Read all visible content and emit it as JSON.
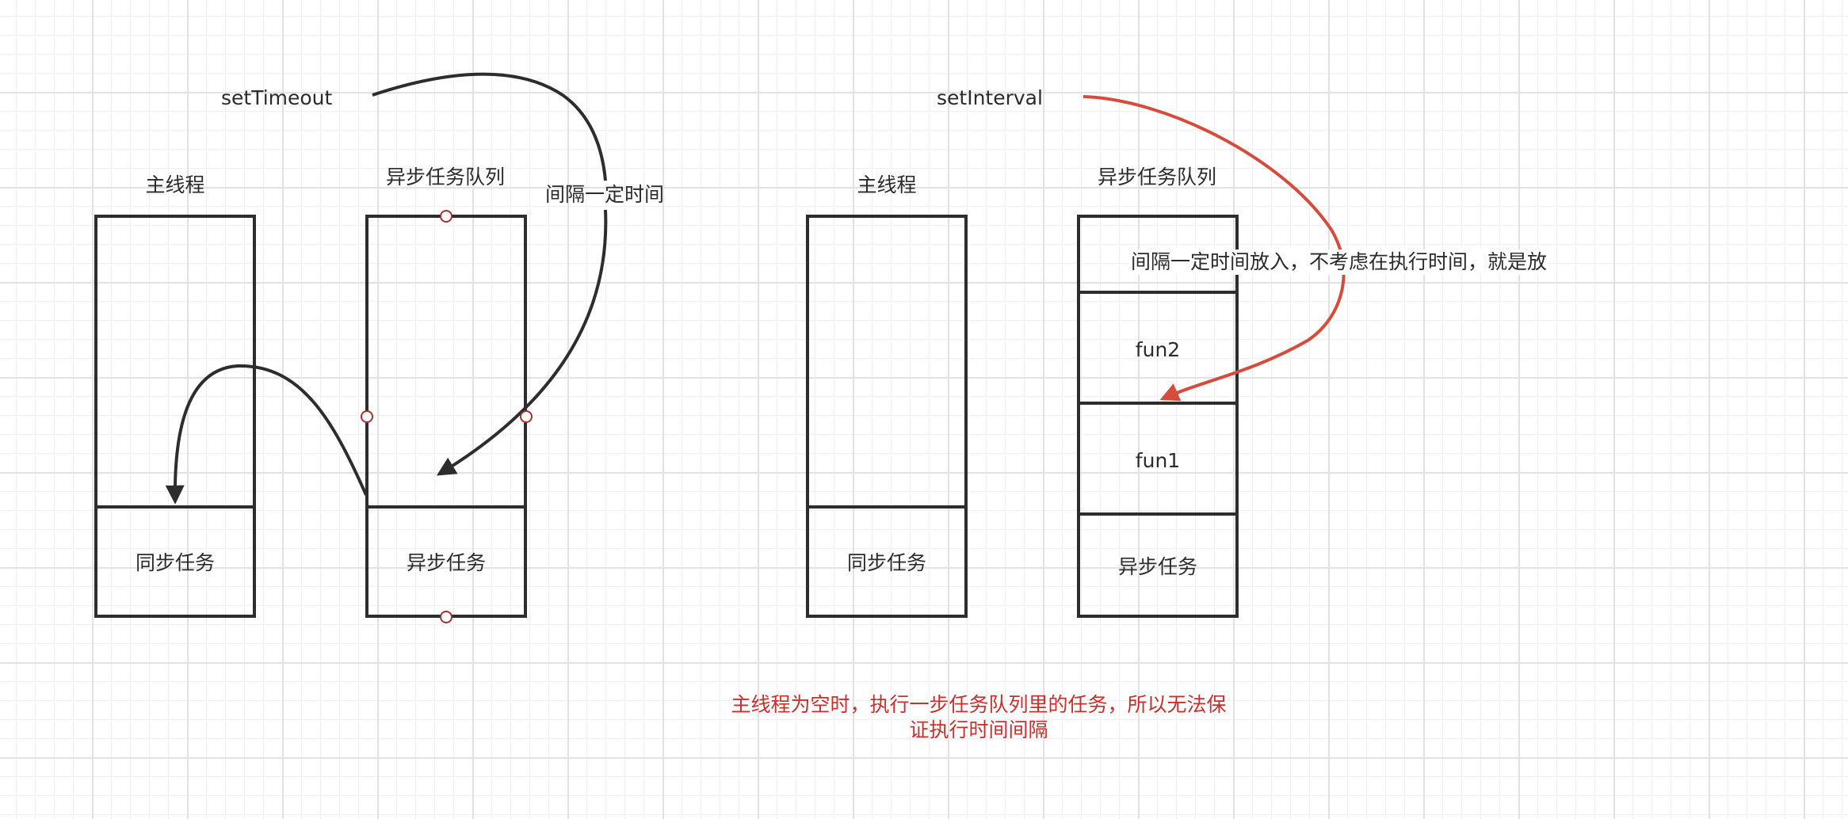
{
  "left": {
    "label": "setTimeout",
    "main_thread": {
      "title": "主线程",
      "cell": "同步任务"
    },
    "queue": {
      "title": "异步任务队列",
      "cell": "异步任务"
    },
    "arrow_label": "间隔一定时间"
  },
  "right": {
    "label": "setInterval",
    "main_thread": {
      "title": "主线程",
      "cell": "同步任务"
    },
    "queue": {
      "title": "异步任务队列",
      "cells": [
        "fun2",
        "fun1",
        "异步任务"
      ]
    },
    "arrow_label": "间隔一定时间放入，不考虑在执行时间，就是放"
  },
  "note": {
    "line1": "主线程为空时，执行一步任务队列里的任务，所以无法保",
    "line2": "证执行时间间隔"
  },
  "colors": {
    "stroke": "#2d2d2d",
    "accent": "#d64b3c",
    "note": "#c9302c"
  }
}
